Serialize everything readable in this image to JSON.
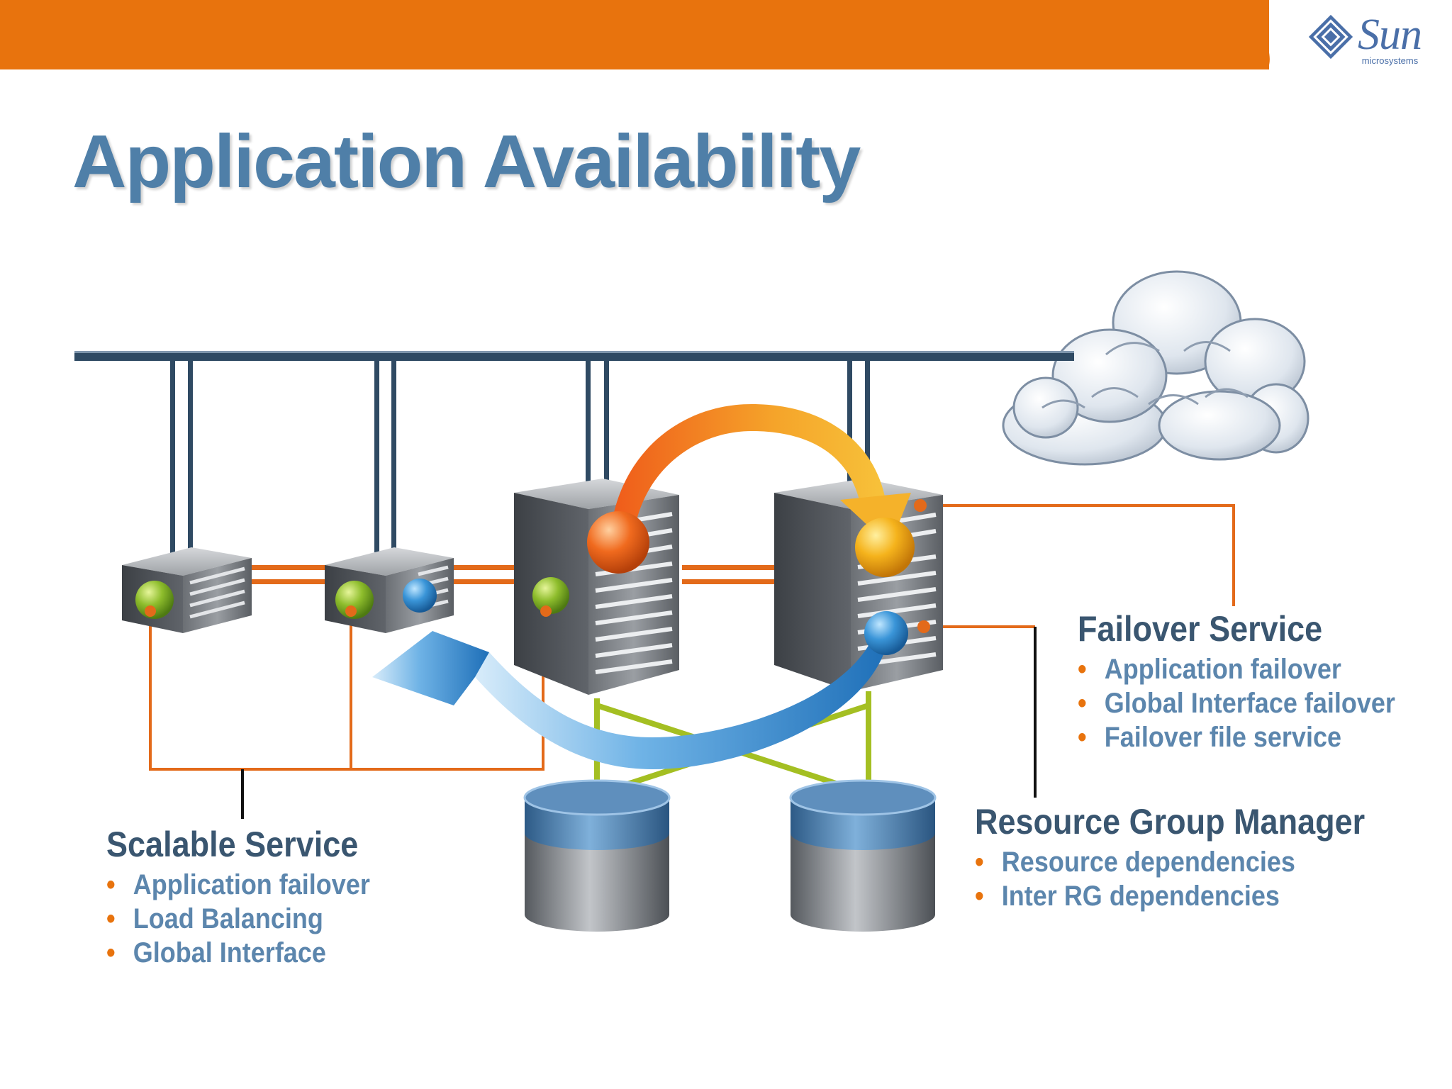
{
  "slide": {
    "title": "Application Availability",
    "logo": {
      "brand": "Sun",
      "subtitle": "microsystems"
    },
    "colors": {
      "header_bar": "#e8730d",
      "title": "#4f7fa8",
      "heading": "#3a5670",
      "bullet_text": "#5c86ad",
      "bullet_dot": "#e8730d"
    }
  },
  "diagram": {
    "elements": [
      "network-backbone",
      "cloud",
      "small-server",
      "small-server",
      "large-server",
      "large-server",
      "storage-disk",
      "storage-disk",
      "failover-arrow",
      "return-arrow"
    ]
  },
  "callouts": {
    "scalable": {
      "heading": "Scalable Service",
      "items": [
        "Application failover",
        "Load Balancing",
        "Global Interface"
      ]
    },
    "failover": {
      "heading": "Failover Service",
      "items": [
        "Application failover",
        "Global Interface failover",
        "Failover file service"
      ]
    },
    "rgm": {
      "heading": "Resource Group Manager",
      "items": [
        "Resource dependencies",
        "Inter RG dependencies"
      ]
    }
  }
}
